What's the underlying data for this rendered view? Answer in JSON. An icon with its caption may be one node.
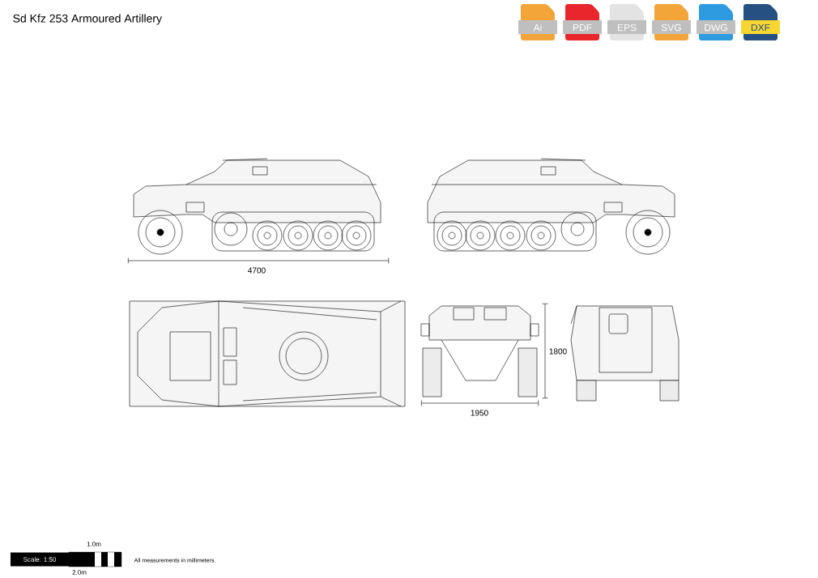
{
  "diagram": {
    "title": "Sd Kfz 253 Armoured Artillery",
    "labels": [
      "Ai",
      "PDF",
      "EPS",
      "SVG",
      "DWG",
      "DXF",
      "4700",
      "1800",
      "1950",
      "1.0m",
      "Scale: 1:50",
      "All measurements in millimeters.",
      "2.0m"
    ]
  }
}
